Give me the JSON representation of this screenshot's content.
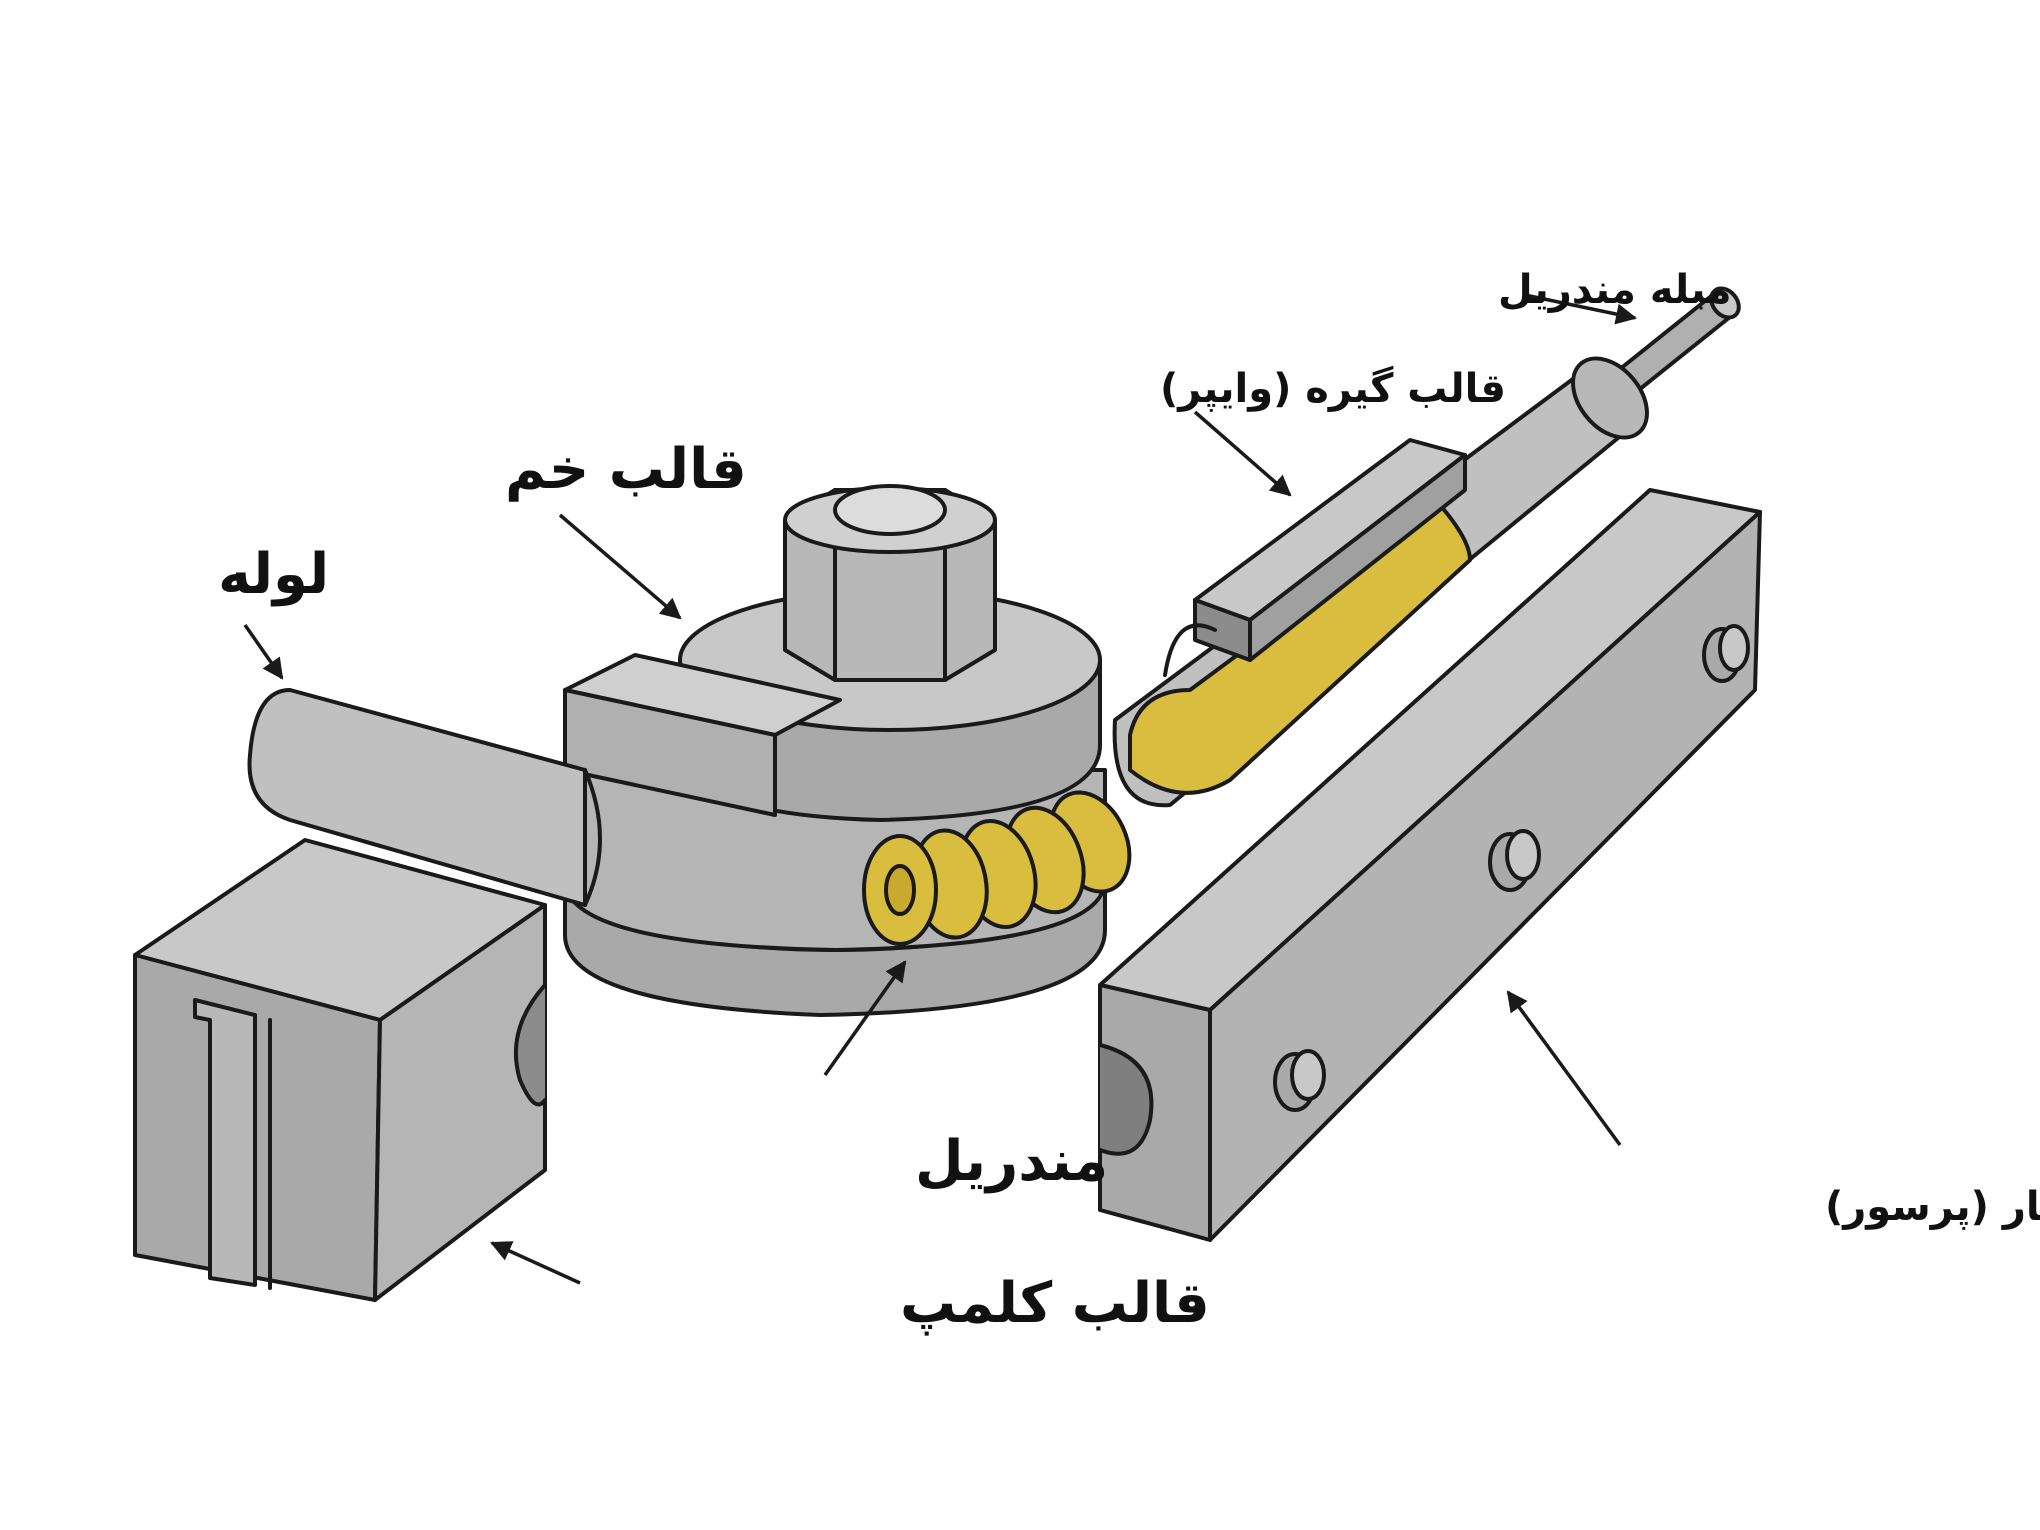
{
  "labels": {
    "tube": "لوله",
    "bend_die": "قالب خم",
    "wiper_die": "قالب گیره (وایپر)",
    "mandrel_rod": "میله مندریل",
    "mandrel": "مندریل",
    "clamp_die": "قالب کلمپ",
    "pressure_die": "قالب فشار (پرسور)"
  },
  "colors": {
    "steel_light": "#c8c8c8",
    "steel_mid": "#a9a9a9",
    "steel_dark": "#8c8c8c",
    "mandrel_yellow": "#d9bd3f",
    "outline": "#1a1a1a"
  }
}
